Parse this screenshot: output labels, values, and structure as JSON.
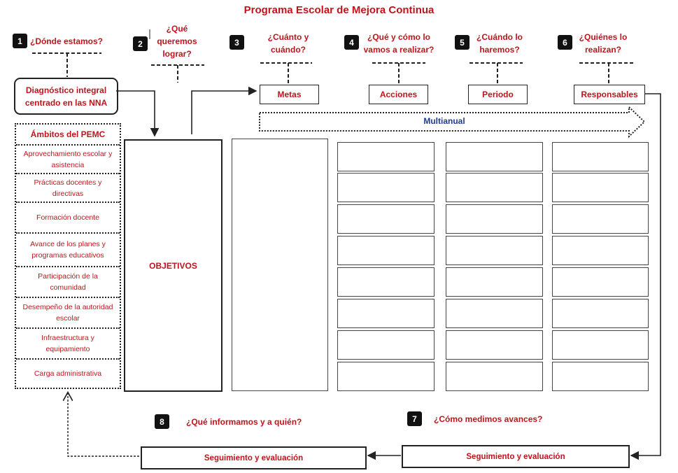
{
  "title": "Programa Escolar de Mejora Continua",
  "steps": [
    {
      "num": "1",
      "question": "¿Dónde estamos?"
    },
    {
      "num": "2",
      "question": "¿Qué queremos lograr?"
    },
    {
      "num": "3",
      "question": "¿Cuánto y cuándo?"
    },
    {
      "num": "4",
      "question": "¿Qué y cómo lo vamos a realizar?"
    },
    {
      "num": "5",
      "question": "¿Cuándo lo haremos?"
    },
    {
      "num": "6",
      "question": "¿Quiénes lo realizan?"
    },
    {
      "num": "7",
      "question": "¿Cómo medimos avances?"
    },
    {
      "num": "8",
      "question": "¿Qué informamos y a quién?"
    }
  ],
  "diagnostico": "Diagnóstico integral centrado en las NNA",
  "boxes": {
    "metas": "Metas",
    "acciones": "Acciones",
    "periodo": "Periodo",
    "responsables": "Responsables"
  },
  "multianual": "Multianual",
  "ambitos": {
    "heading": "Ámbitos del PEMC",
    "items": [
      "Aprovechamiento escolar y asistencia",
      "Prácticas docentes y directivas",
      "Formación docente",
      "Avance de los planes y programas educativos",
      "Participación de la comunidad",
      "Desempeño de la autoridad escolar",
      "Infraestructura y equipamiento",
      "Carga administrativa"
    ]
  },
  "objetivos": "OBJETIVOS",
  "seguimiento_left": "Seguimiento y evaluación",
  "seguimiento_right": "Seguimiento y evaluación"
}
